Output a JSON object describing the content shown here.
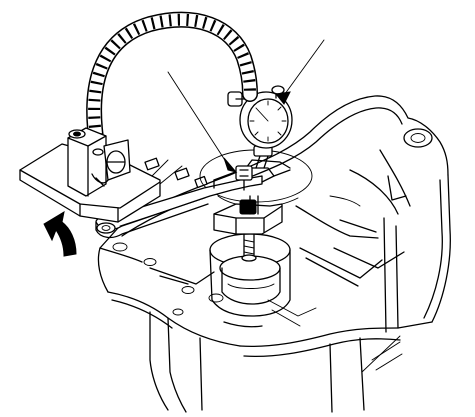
{
  "diagram": {
    "parts": [
      {
        "id": "magnetic-base",
        "icon": "magnetic-base-icon"
      },
      {
        "id": "flexible-arm",
        "icon": "flexible-arm-icon"
      },
      {
        "id": "dial-indicator",
        "icon": "dial-indicator-icon"
      },
      {
        "id": "measuring-bar",
        "icon": "measuring-bar-icon"
      },
      {
        "id": "clamp-block",
        "icon": "clamp-block-icon"
      },
      {
        "id": "transmission-housing",
        "icon": "housing-icon"
      },
      {
        "id": "direction-arrow",
        "icon": "arrow-icon"
      }
    ],
    "colors": {
      "stroke": "#000000",
      "fill": "#ffffff"
    }
  }
}
